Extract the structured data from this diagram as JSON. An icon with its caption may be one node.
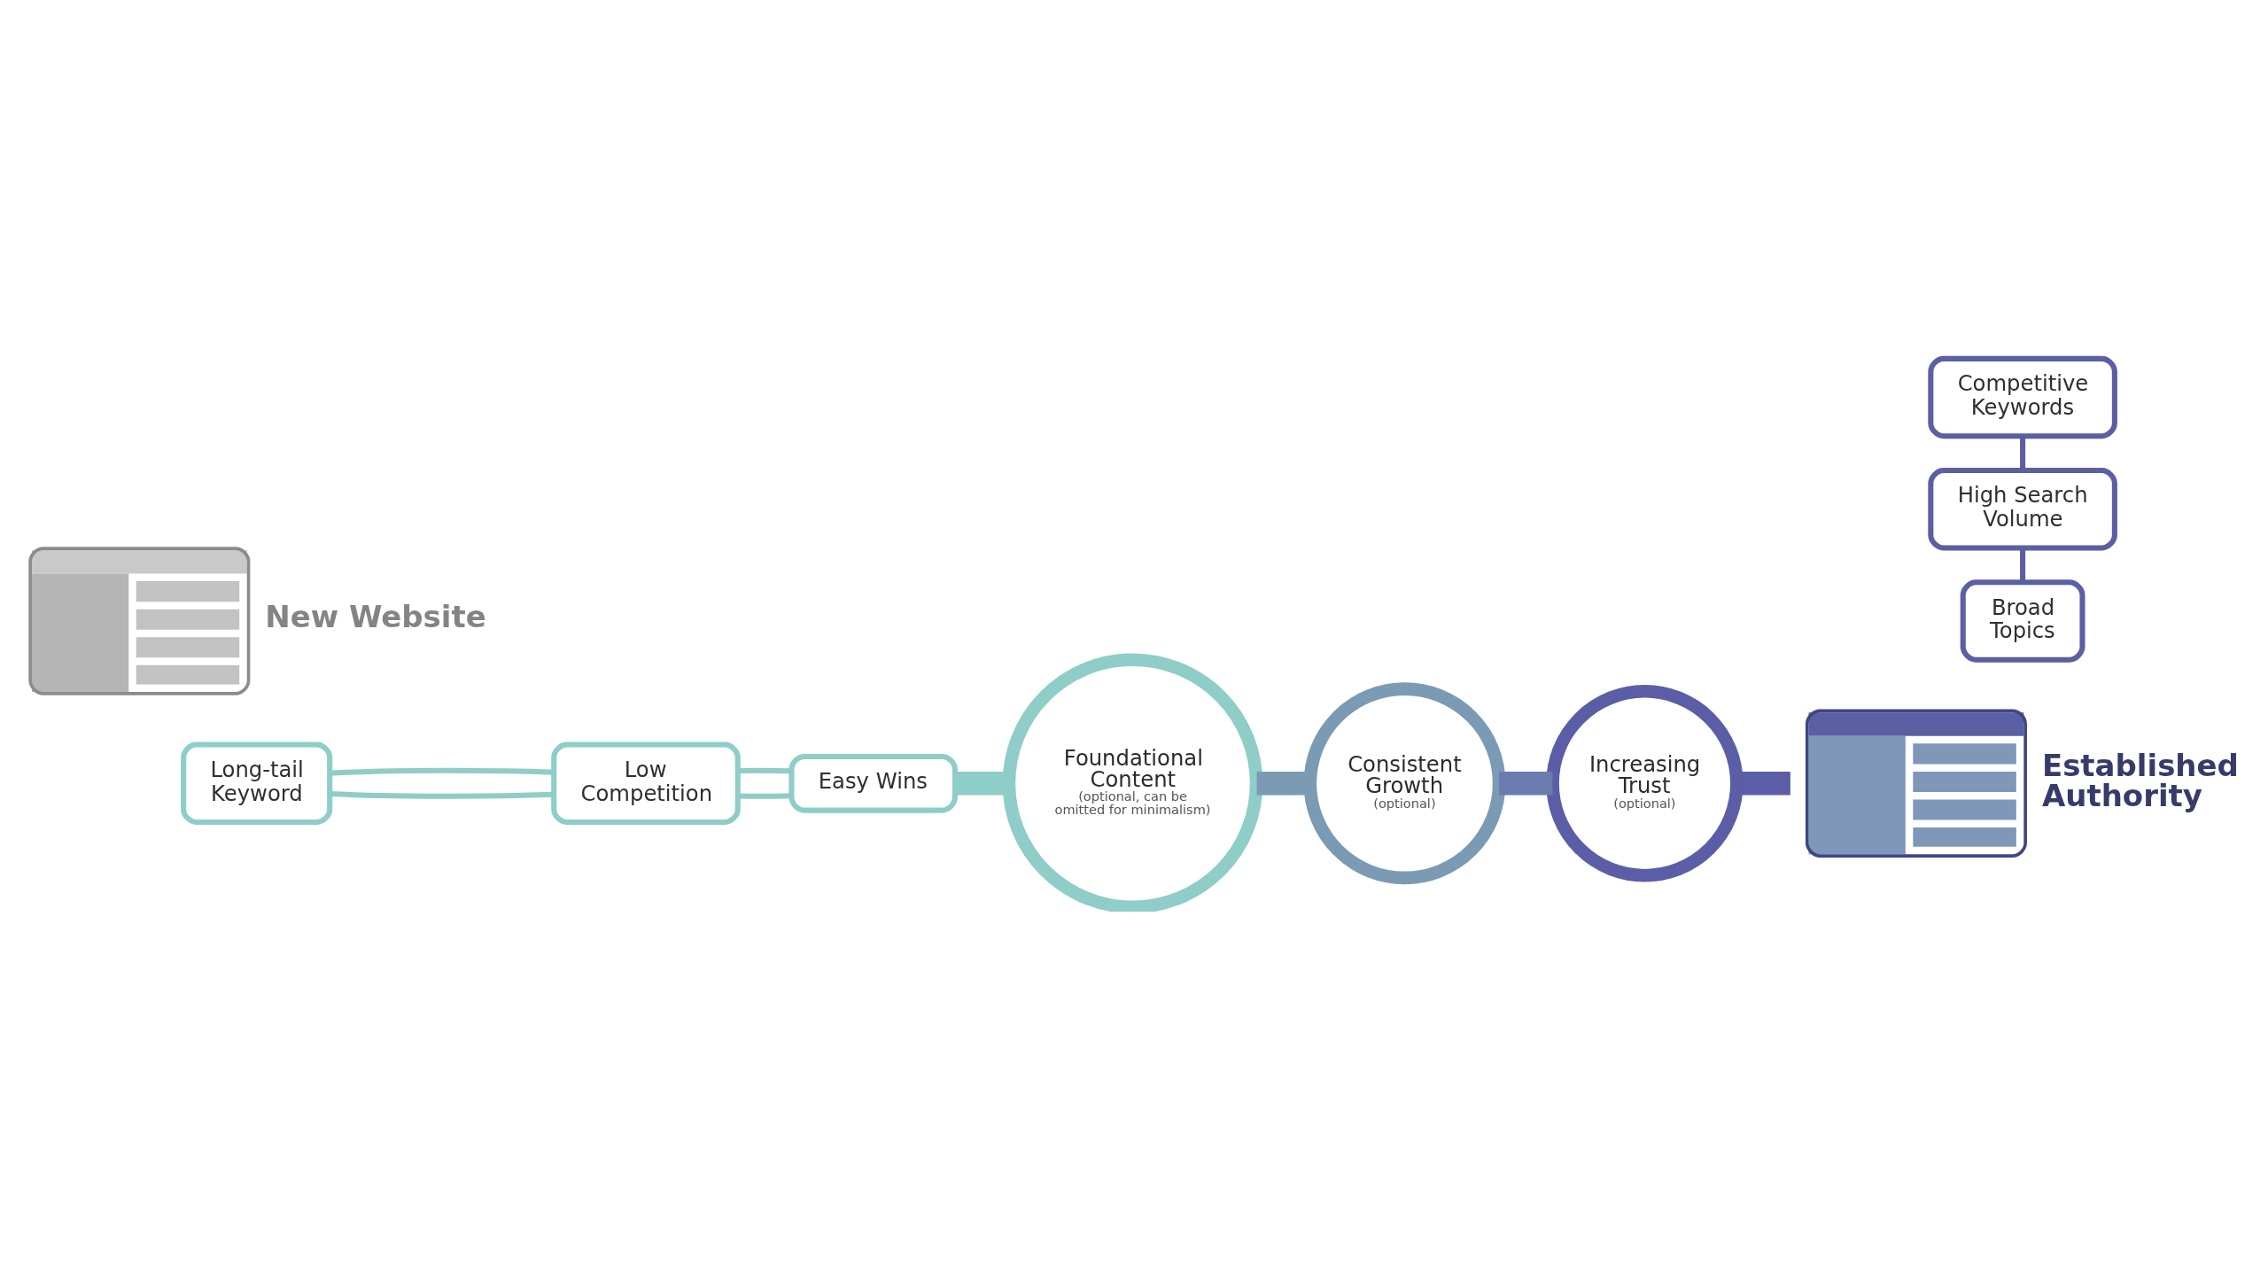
{
  "diagram": {
    "nodes": [
      {
        "text": [
          "New Website"
        ]
      },
      {
        "text": [
          "Long-tail Keyword"
        ]
      },
      {
        "text": [
          "Low Competition"
        ]
      },
      {
        "text": [
          "Easy Wins"
        ]
      },
      {
        "text": [
          "Foundational Content",
          "(optional, can be omitted for minimalism)"
        ]
      },
      {
        "text": [
          "Consistent Growth",
          "(optional)"
        ]
      },
      {
        "text": [
          "Increasing Trust",
          "(optional)"
        ]
      },
      {
        "text": [
          "Established Authority"
        ]
      },
      {
        "text": [
          "Competitive Keywords"
        ]
      },
      {
        "text": [
          "High Search Volume"
        ]
      },
      {
        "text": [
          "Broad Topics"
        ]
      }
    ],
    "edges": [
      {
        "from": 1,
        "to": 2,
        "arrow": "none"
      },
      {
        "from": 1,
        "to": 2,
        "arrow": "none"
      },
      {
        "from": 2,
        "to": 3,
        "arrow": "none"
      },
      {
        "from": 2,
        "to": 3,
        "arrow": "none"
      },
      {
        "from": 3,
        "to": 4,
        "arrow": "none",
        "style": "thick"
      },
      {
        "from": 4,
        "to": 5,
        "arrow": "none",
        "style": "thick",
        "color": "#7b9ab4"
      },
      {
        "from": 5,
        "to": 6,
        "arrow": "none",
        "style": "thick",
        "color": "#6a7bb0"
      },
      {
        "from": 6,
        "to": 7,
        "arrow": "none",
        "style": "thick",
        "color": "#5b5ea6"
      },
      {
        "from": 8,
        "to": 9,
        "arrow": "none",
        "color": "#5b5ea6"
      },
      {
        "from": 9,
        "to": 10,
        "arrow": "none",
        "color": "#5b5ea6"
      }
    ]
  }
}
